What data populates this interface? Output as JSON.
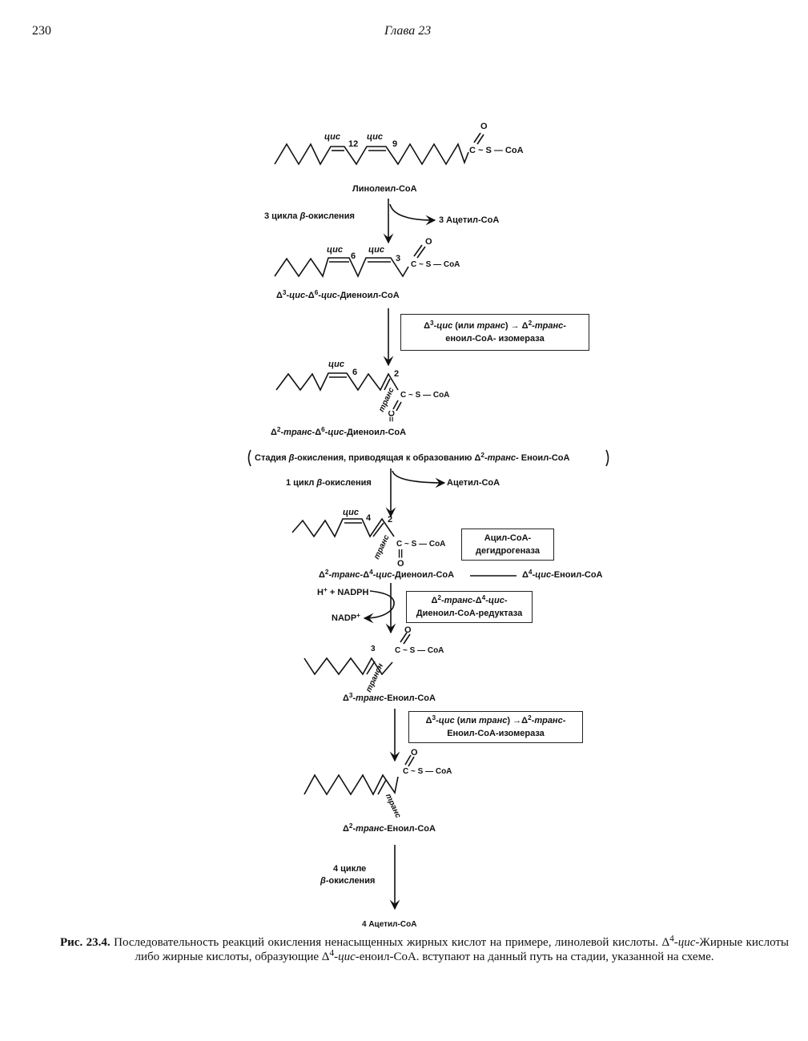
{
  "header": {
    "page_number": "230",
    "chapter": "Глава 23"
  },
  "molecules": {
    "m1": {
      "cis_a": "цис",
      "num_a": "12",
      "cis_b": "цис",
      "num_b": "9",
      "oxygen": "O",
      "thioester": "C ~ S — CoA",
      "name": "Линолеил-СоА"
    },
    "m2": {
      "cis_a": "цис",
      "num_a": "6",
      "cis_b": "цис",
      "num_b": "3",
      "oxygen": "O",
      "thioester": "C ~ S — CoA",
      "name": [
        {
          "t": "Δ"
        },
        {
          "t": "3",
          "s": "sup"
        },
        {
          "t": "-цис-",
          "s": "i"
        },
        {
          "t": "Δ"
        },
        {
          "t": "6",
          "s": "sup"
        },
        {
          "t": "-цис-",
          "s": "i"
        },
        {
          "t": "Диеноил-СоА"
        }
      ]
    },
    "m3": {
      "cis_a": "цис",
      "num_a": "6",
      "num_b": "2",
      "trans": "транс",
      "oxygen": "=C",
      "thioester": "C ~ S — CoA",
      "name": [
        {
          "t": "Δ"
        },
        {
          "t": "2",
          "s": "sup"
        },
        {
          "t": "-транс-",
          "s": "i"
        },
        {
          "t": "Δ"
        },
        {
          "t": "6",
          "s": "sup"
        },
        {
          "t": "-цис-",
          "s": "i"
        },
        {
          "t": "Диеноил-СоА"
        }
      ]
    },
    "m4": {
      "cis_a": "цис",
      "num_a": "4",
      "num_b": "2",
      "trans": "транс",
      "bond": "||",
      "oxygen": "O",
      "thioester": "C ~ S — CoA",
      "name": [
        {
          "t": "Δ"
        },
        {
          "t": "2",
          "s": "sup"
        },
        {
          "t": "-транс-",
          "s": "i"
        },
        {
          "t": "Δ"
        },
        {
          "t": "4",
          "s": "sup"
        },
        {
          "t": "-цис-",
          "s": "i"
        },
        {
          "t": "Диеноил-СоА"
        }
      ]
    },
    "m5": {
      "num_a": "3",
      "trans": "трансн",
      "oxygen": "O",
      "thioester": "C ~ S — CoA",
      "name": [
        {
          "t": "Δ"
        },
        {
          "t": "3",
          "s": "sup"
        },
        {
          "t": "-транс-",
          "s": "i"
        },
        {
          "t": "Еноил-СоА"
        }
      ]
    },
    "m6": {
      "trans": "транс",
      "oxygen": "O",
      "thioester": "C ~ S — CoA",
      "name": [
        {
          "t": "Δ"
        },
        {
          "t": "2",
          "s": "sup"
        },
        {
          "t": "-транс-",
          "s": "i"
        },
        {
          "t": "Еноил-СоА"
        }
      ]
    }
  },
  "steps": {
    "s1_label": [
      {
        "t": "3 цикла "
      },
      {
        "t": "β",
        "s": "i"
      },
      {
        "t": "-окисления"
      }
    ],
    "s1_product": "3   Ацетил-СоА",
    "s2_enzyme_line1": [
      {
        "t": "Δ"
      },
      {
        "t": "3",
        "s": "sup"
      },
      {
        "t": "-цис",
        "s": "i"
      },
      {
        "t": "  (или "
      },
      {
        "t": "транс",
        "s": "i"
      },
      {
        "t": ")  →  Δ"
      },
      {
        "t": "2",
        "s": "sup"
      },
      {
        "t": "-транс-",
        "s": "i"
      }
    ],
    "s2_enzyme_line2": "еноил-СоА- изомераза",
    "s3_note": [
      {
        "t": "Стадия "
      },
      {
        "t": "β",
        "s": "i"
      },
      {
        "t": "-окисления, приводящая к образованию Δ"
      },
      {
        "t": "2",
        "s": "sup"
      },
      {
        "t": "-транс-",
        "s": "i"
      },
      {
        "t": " Еноил-СоА"
      }
    ],
    "s3_label": [
      {
        "t": "1  цикл "
      },
      {
        "t": "β",
        "s": "i"
      },
      {
        "t": "-окисления"
      }
    ],
    "s3_product": "Ацетил-СоА",
    "s4_enzyme_line1": "Ацил-СоА-",
    "s4_enzyme_line2": "дегидрогеназа",
    "s4_side_compound": [
      {
        "t": "Δ"
      },
      {
        "t": "4",
        "s": "sup"
      },
      {
        "t": "-цис-",
        "s": "i"
      },
      {
        "t": "Еноил-СоА"
      }
    ],
    "s5_cofactor_in": [
      {
        "t": "H"
      },
      {
        "t": "+",
        "s": "sup"
      },
      {
        "t": " + NADPH"
      }
    ],
    "s5_cofactor_out": [
      {
        "t": "NADP"
      },
      {
        "t": "+",
        "s": "sup"
      }
    ],
    "s5_enzyme_line1": [
      {
        "t": "Δ"
      },
      {
        "t": "2",
        "s": "sup"
      },
      {
        "t": "-транс-",
        "s": "i"
      },
      {
        "t": "Δ"
      },
      {
        "t": "4",
        "s": "sup"
      },
      {
        "t": "-цис-",
        "s": "i"
      }
    ],
    "s5_enzyme_line2": "Диеноил-СоА-редуктаза",
    "s6_enzyme_line1": [
      {
        "t": "Δ"
      },
      {
        "t": "3",
        "s": "sup"
      },
      {
        "t": "-цис",
        "s": "i"
      },
      {
        "t": "  (или "
      },
      {
        "t": "транс",
        "s": "i"
      },
      {
        "t": ")  →Δ"
      },
      {
        "t": "2",
        "s": "sup"
      },
      {
        "t": "-транс-",
        "s": "i"
      }
    ],
    "s6_enzyme_line2": "Еноил-СоА-изомераза",
    "s7_label_line1": "4 цикле",
    "s7_label_line2": [
      {
        "t": "β",
        "s": "i"
      },
      {
        "t": "-окисления"
      }
    ],
    "s7_product": "4  Ацетил-СоА"
  },
  "caption": [
    {
      "t": "Рис. 23.4.",
      "s": "b"
    },
    {
      "t": " Последовательность реакций окисления ненасыщенных жирных кислот на примере, линолевой кислоты. Δ"
    },
    {
      "t": "4",
      "s": "sup"
    },
    {
      "t": "-"
    },
    {
      "t": "цис",
      "s": "i"
    },
    {
      "t": "-Жирные кислоты либо жирные кислоты, образующие Δ"
    },
    {
      "t": "4",
      "s": "sup"
    },
    {
      "t": "-"
    },
    {
      "t": "цис",
      "s": "i"
    },
    {
      "t": "-еноил-СоА. вступают на данный путь на стадии, указанной на схеме."
    }
  ]
}
